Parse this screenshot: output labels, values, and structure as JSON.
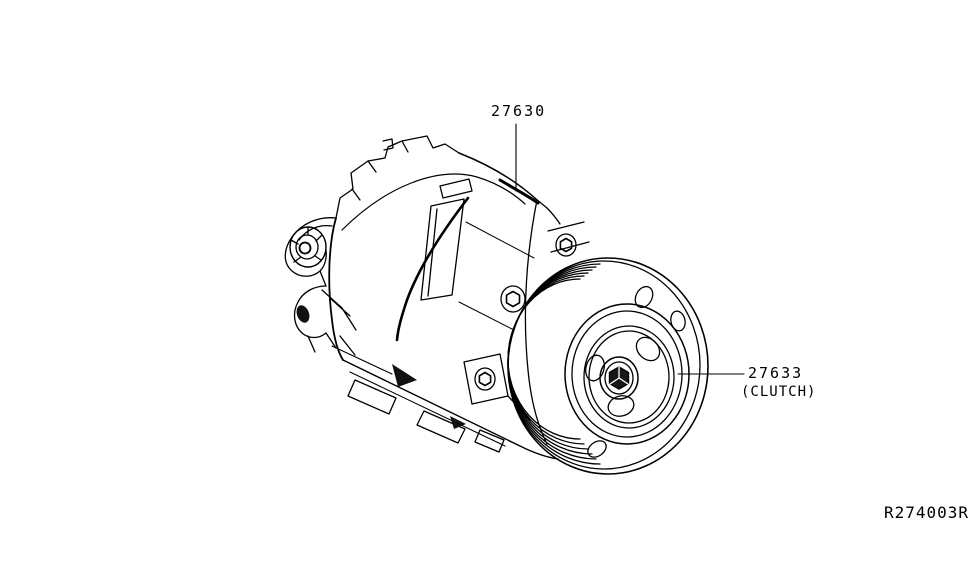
{
  "diagram": {
    "background_color": "#ffffff",
    "line_color": "#000000",
    "callouts": [
      {
        "part_number": "27630",
        "sub_label": ""
      },
      {
        "part_number": "27633",
        "sub_label": "(CLUTCH)"
      }
    ],
    "reference_code": "R274003R"
  }
}
